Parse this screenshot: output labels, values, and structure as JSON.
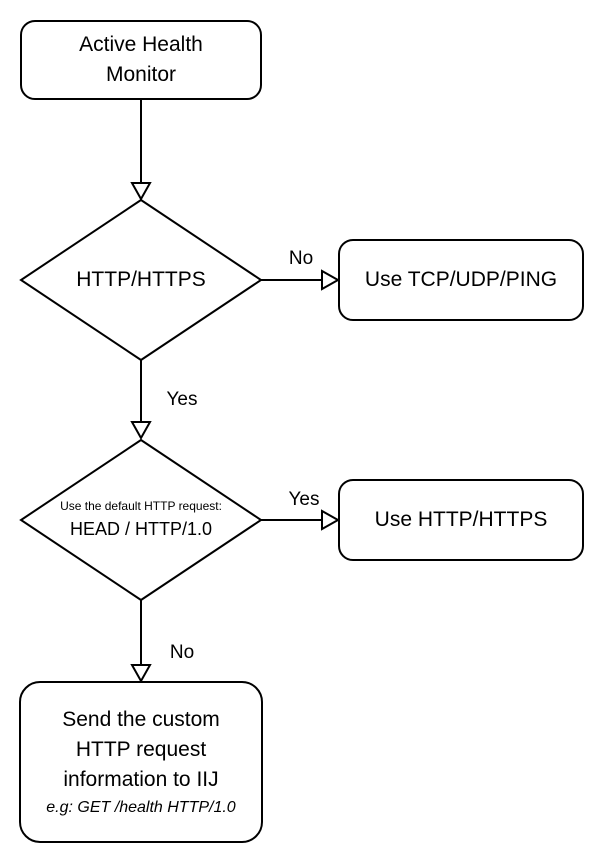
{
  "diagram": {
    "title": "Active Health Monitor flowchart",
    "colors": {
      "background": "#ffffff",
      "stroke": "#000000",
      "text": "#000000",
      "shape_fill": "#ffffff"
    },
    "nodes": {
      "start": {
        "label": "Active Health\nMonitor"
      },
      "decision1": {
        "label": "HTTP/HTTPS"
      },
      "result_tcp": {
        "label": "Use TCP/UDP/PING"
      },
      "decision2": {
        "label_small": "Use the default HTTP request:",
        "label_main": "HEAD / HTTP/1.0"
      },
      "result_http": {
        "label": "Use HTTP/HTTPS"
      },
      "end": {
        "label": "Send the custom\nHTTP request\ninformation to IIJ",
        "example": "e.g: GET /health HTTP/1.0"
      }
    },
    "edge_labels": {
      "decision1_no": "No",
      "decision1_yes": "Yes",
      "decision2_yes": "Yes",
      "decision2_no": "No"
    },
    "arrowhead_style": "hollow-triangle"
  }
}
